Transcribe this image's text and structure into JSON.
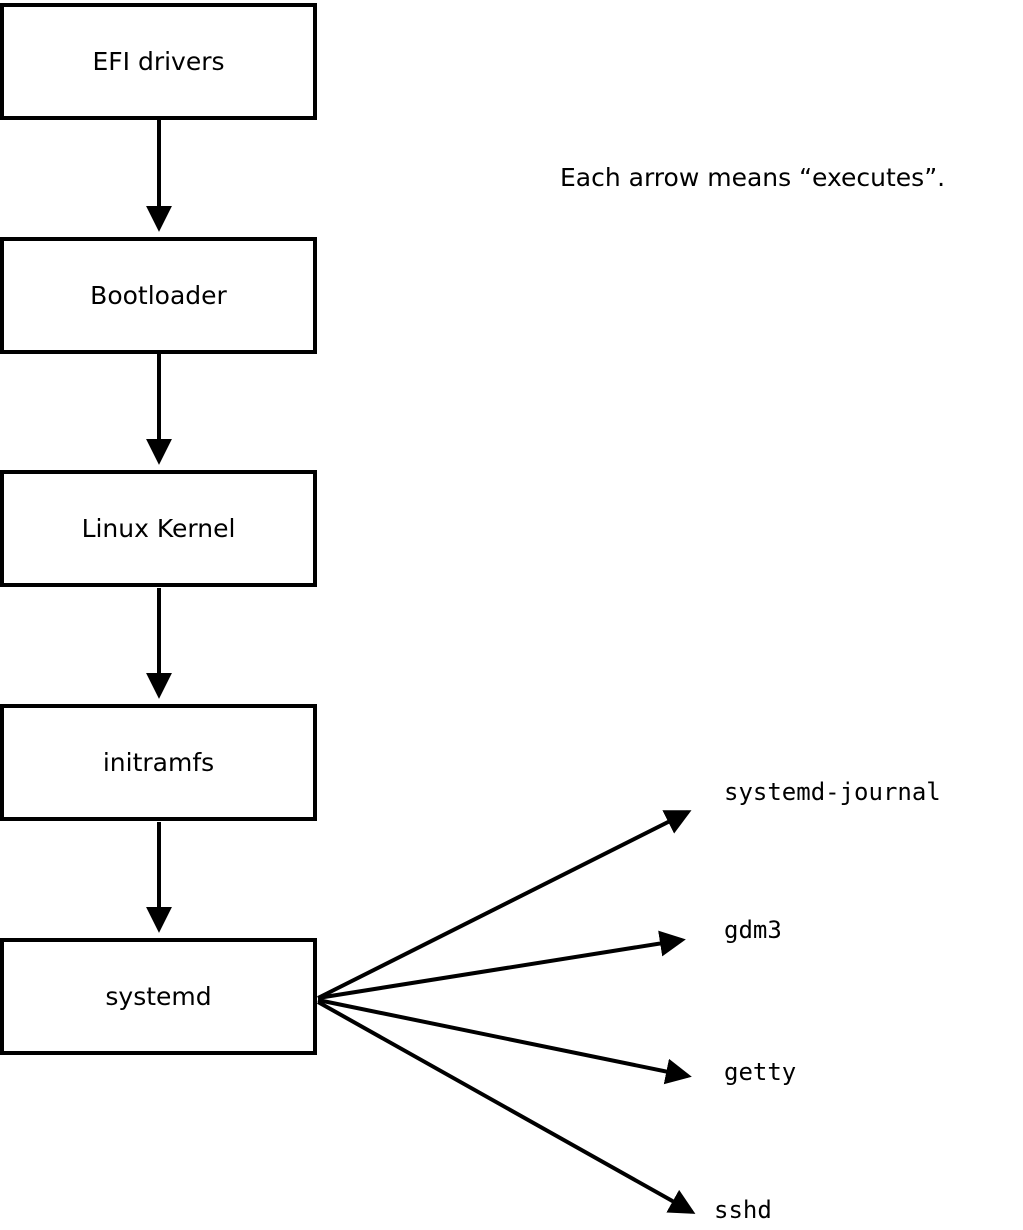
{
  "diagram": {
    "annotation": "Each arrow means “executes”.",
    "edge_meaning": "executes",
    "nodes": [
      {
        "id": "efi-drivers",
        "label": "EFI drivers"
      },
      {
        "id": "bootloader",
        "label": "Bootloader"
      },
      {
        "id": "linux-kernel",
        "label": "Linux Kernel"
      },
      {
        "id": "initramfs",
        "label": "initramfs"
      },
      {
        "id": "systemd",
        "label": "systemd"
      }
    ],
    "chain_edges": [
      {
        "from": "EFI drivers",
        "to": "Bootloader"
      },
      {
        "from": "Bootloader",
        "to": "Linux Kernel"
      },
      {
        "from": "Linux Kernel",
        "to": "initramfs"
      },
      {
        "from": "initramfs",
        "to": "systemd"
      }
    ],
    "fanout": {
      "from": "systemd",
      "targets": [
        {
          "id": "systemd-journal",
          "label": "systemd-journal"
        },
        {
          "id": "gdm3",
          "label": "gdm3"
        },
        {
          "id": "getty",
          "label": "getty"
        },
        {
          "id": "sshd",
          "label": "sshd"
        }
      ]
    }
  }
}
